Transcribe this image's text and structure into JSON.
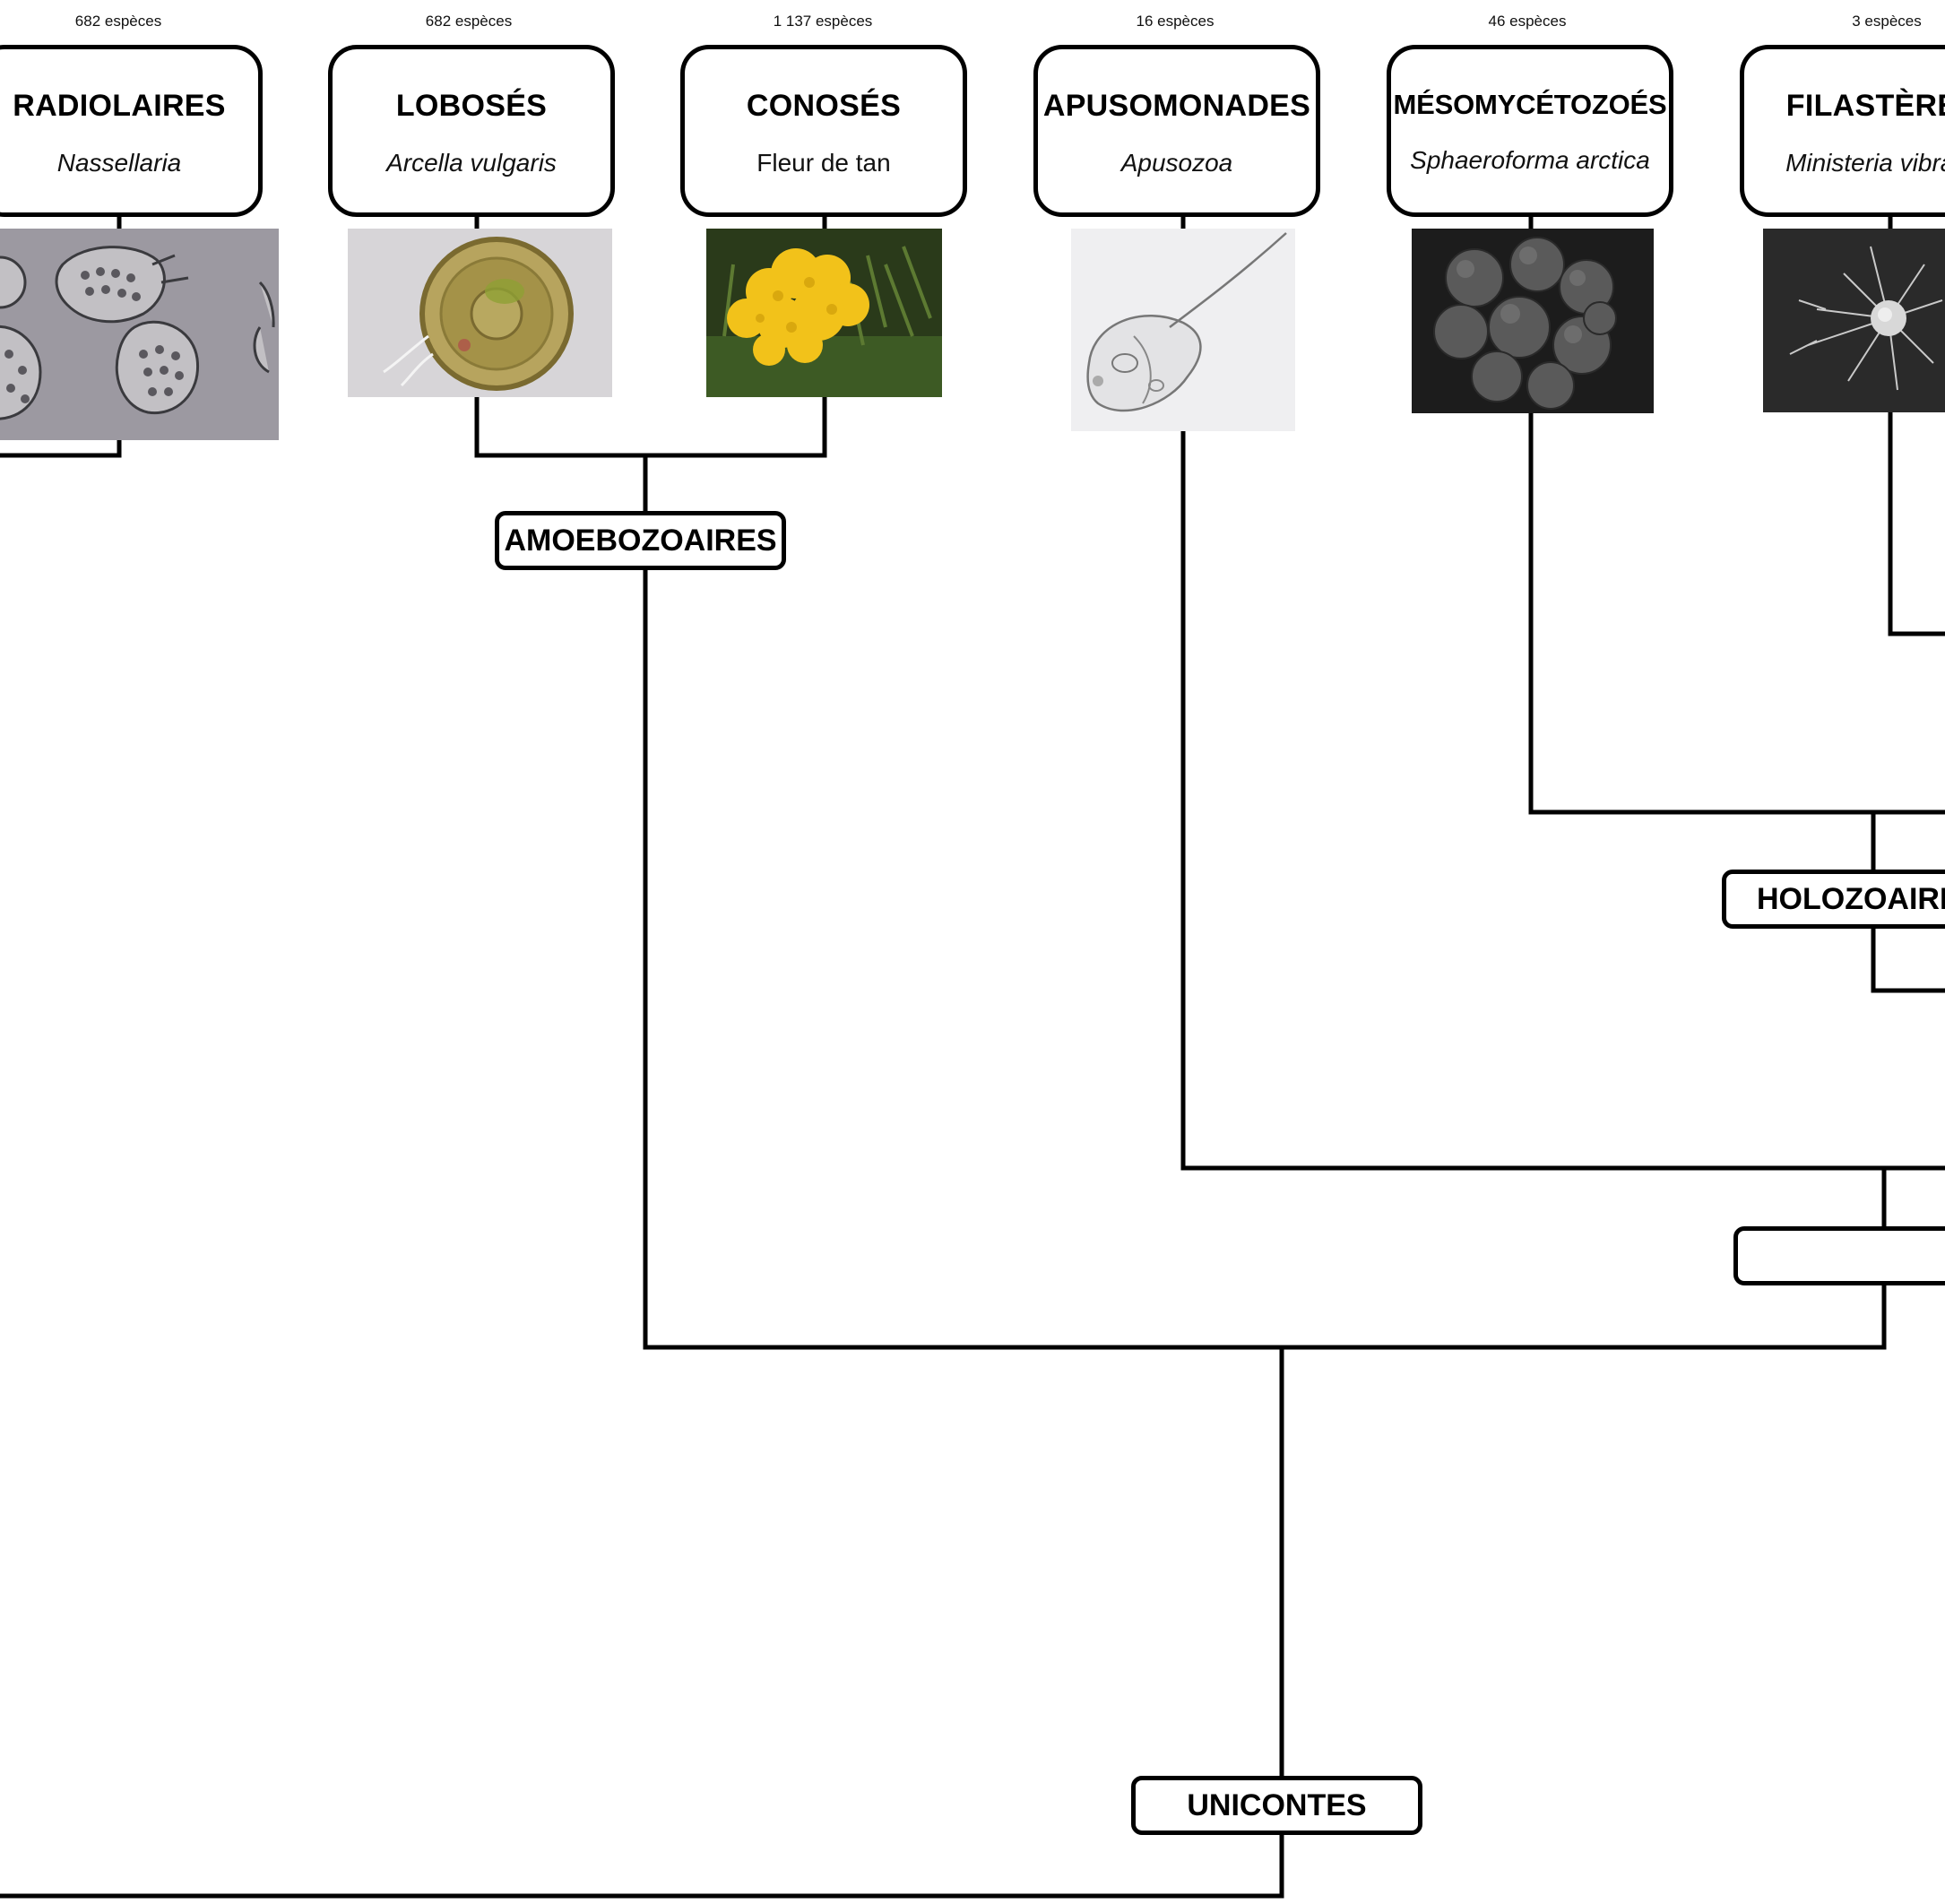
{
  "taxa": [
    {
      "count": "682 espèces",
      "name": "RADIOLAIRES",
      "example": "Nassellaria",
      "italic": true,
      "icon": "radiolarian-photo"
    },
    {
      "count": "682 espèces",
      "name": "LOBOSÉS",
      "example": "Arcella vulgaris",
      "italic": true,
      "icon": "arcella-photo"
    },
    {
      "count": "1 137 espèces",
      "name": "CONOSÉS",
      "example": "Fleur de tan",
      "italic": false,
      "icon": "slime-mold-photo"
    },
    {
      "count": "16 espèces",
      "name": "APUSOMONADES",
      "example": "Apusozoa",
      "italic": true,
      "icon": "apusomonad-drawing"
    },
    {
      "count": "46 espèces",
      "name": "MÉSOMYCÉTOZOÉS",
      "example": "Sphaeroforma arctica",
      "italic": true,
      "icon": "sphaeroforma-micrograph"
    },
    {
      "count": "3 espèces",
      "name": "FILASTÈREA",
      "example": "Ministeria vibrans",
      "italic": true,
      "icon": "ministeria-micrograph"
    }
  ],
  "clades": {
    "amoebozoaires": "AMOEBOZOAIRES",
    "holozoaires": "HOLOZOAIRES",
    "opisthokontes": "",
    "unicontes": "UNICONTES"
  },
  "colors": {
    "line": "#000000",
    "radiolarian_bg": "#9c99a1",
    "arcella_bg": "#d7d5d8",
    "slime_mold_yellow": "#f2c21a",
    "moss_green": "#3d5a24",
    "micrograph_bg": "#1c1c1c"
  }
}
